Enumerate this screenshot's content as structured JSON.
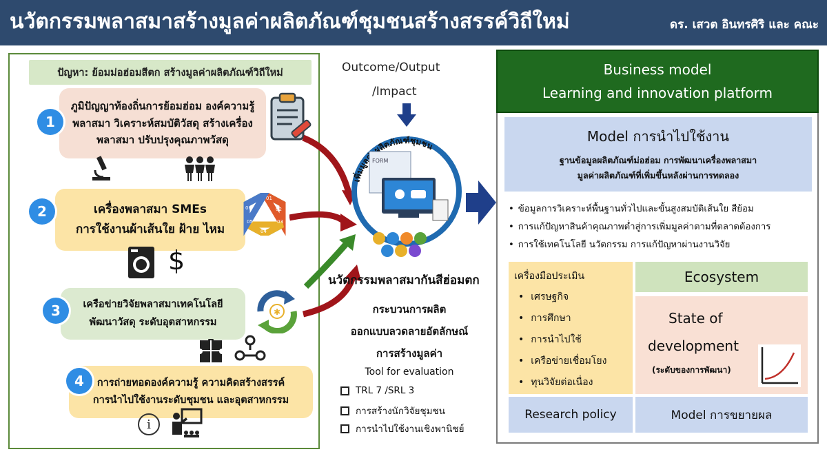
{
  "header": {
    "title": "นวัตกรรมพลาสมาสร้างมูลค่าผลิตภัณฑ์ชุมชนสร้างสรรค์วิถีใหม่",
    "authors": "ดร. เสวต อินทรศิริ และ คณะ"
  },
  "left": {
    "problem": "ปัญหา: ย้อมม่อฮ่อมสีตก สร้างมูลค่าผลิตภัณฑ์วิถีใหม่",
    "items": [
      {
        "number": "1",
        "lines": [
          "ภูมิปัญญาท้องถิ่นการย้อมฮ่อม องค์ความรู้",
          "พลาสมา วิเคราะห์สมบัติวัสดุ สร้างเครื่อง",
          "พลาสมา ปรับปรุงคุณภาพวัสดุ"
        ]
      },
      {
        "number": "2",
        "lines": [
          "เครื่องพลาสมา SMEs",
          "การใช้งานผ้าเส้นใย ฝ้าย ไหม"
        ]
      },
      {
        "number": "3",
        "lines": [
          "เครือข่ายวิจัยพลาสมาเทคโนโลยี",
          "พัฒนาวัสดุ ระดับอุตสาหกรรม"
        ]
      },
      {
        "number": "4",
        "lines": [
          "การถ่ายทอดองค์ความรู้ ความคิดสร้างสรรค์",
          "การนำไปใช้งานระดับชุมชน และอุตสาหกรรม"
        ]
      }
    ],
    "cycle_labels": [
      "01",
      "02",
      "03",
      "04",
      "05",
      "06"
    ],
    "dollar": "$",
    "info": "i"
  },
  "middle": {
    "outcome_line1": "Outcome/Output",
    "outcome_line2": "/Impact",
    "arc_text": "เพิ่มมูลค่าผลิตภัณฑ์ชุมชน",
    "form_label": "FORM",
    "innovation": "นวัตกรรมพลาสมากันสีฮ่อมตก",
    "process": [
      "กระบวนการผลิต",
      "ออกแบบลวดลายอัตลักษณ์",
      "การสร้างมูลค่า"
    ],
    "tool_title": "Tool for evaluation",
    "tools": [
      "TRL 7 /SRL 3",
      "การสร้างนักวิจัยชุมชน",
      "การนำไปใช้งานเชิงพานิชย์"
    ]
  },
  "right": {
    "bm_line1": "Business model",
    "bm_line2": "Learning and innovation platform",
    "model_title": "Model การนำไปใช้งาน",
    "model_sub1": "ฐานข้อมูลผลิตภัณฑ์ม่อฮ่อม การพัฒนาเครื่องพลาสมา",
    "model_sub2": "มูลค่าผลิตภัณฑ์ที่เพิ่มขึ้นหลังผ่านการทดลอง",
    "bullets": [
      "ข้อมูลการวิเคราะห์พื้นฐานทั่วไปและขั้นสูงสมบัติเส้นใย สีย้อม",
      "การแก้ปัญหาสินค้าคุณภาพต่ำสู่การเพิ่มมูลค่าตามที่ตลาดต้องการ",
      "การใช้เทคโนโลยี นวัตกรรม การแก้ปัญหาผ่านงานวิจัย"
    ],
    "eval_title": "เครื่องมือประเมิน",
    "eval_items": [
      "เศรษฐกิจ",
      "การศึกษา",
      "การนำไปใช้",
      "เครือข่ายเชื่อมโยง",
      "ทุนวิจัยต่อเนื่อง"
    ],
    "ecosystem": "Ecosystem",
    "state1": "State of",
    "state2": "development",
    "state3": "(ระดับของการพัฒนา)",
    "research_policy": "Research policy",
    "model_expand": "Model การขยายผล"
  }
}
